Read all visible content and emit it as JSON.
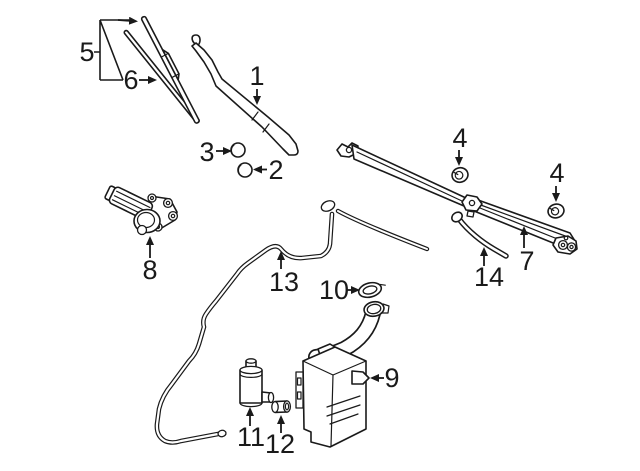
{
  "colors": {
    "line": "#1a1a1a",
    "background": "#ffffff"
  },
  "diagram": {
    "type": "exploded-parts-line-drawing",
    "subject_icons": [
      "wiper-blade-icon",
      "wiper-blade-refill-icon",
      "wiper-arm-icon",
      "pivot-cap-icon",
      "pivot-cap-icon",
      "wiper-linkage-icon",
      "grommet-icon",
      "grommet-icon",
      "wiper-motor-icon",
      "washer-hose-icon",
      "washer-reservoir-icon",
      "reservoir-cap-icon",
      "washer-pump-icon",
      "pump-grommet-icon",
      "connecting-link-icon"
    ],
    "callouts": {
      "c1": {
        "label": "1"
      },
      "c2": {
        "label": "2"
      },
      "c3": {
        "label": "3"
      },
      "c4a": {
        "label": "4"
      },
      "c4b": {
        "label": "4"
      },
      "c5": {
        "label": "5"
      },
      "c6": {
        "label": "6"
      },
      "c7": {
        "label": "7"
      },
      "c8": {
        "label": "8"
      },
      "c9": {
        "label": "9"
      },
      "c10": {
        "label": "10"
      },
      "c11": {
        "label": "11"
      },
      "c12": {
        "label": "12"
      },
      "c13": {
        "label": "13"
      },
      "c14": {
        "label": "14"
      }
    }
  }
}
